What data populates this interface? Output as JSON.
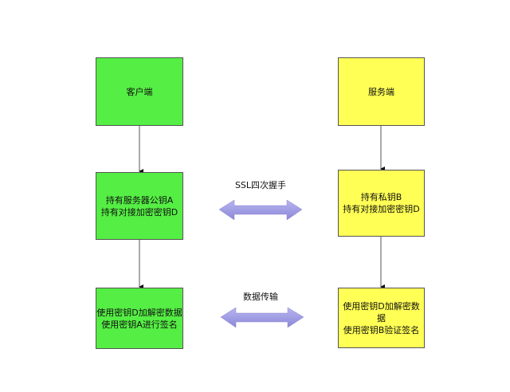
{
  "client": {
    "title": "客户端",
    "step1": [
      "持有服务器公钥A",
      "持有对接加密密钥D"
    ],
    "step2": [
      "使用密钥D加解密数据",
      "使用密钥A进行签名"
    ]
  },
  "server": {
    "title": "服务端",
    "step1": [
      "持有私钥B",
      "持有对接加密密钥D"
    ],
    "step2": [
      "使用密钥D加解密数据",
      "使用密钥B验证签名"
    ]
  },
  "links": {
    "handshake": "SSL四次握手",
    "transfer": "数据传输"
  },
  "colors": {
    "client": "#55ee44",
    "server": "#ffff55",
    "arrow": "#9c98e0"
  }
}
